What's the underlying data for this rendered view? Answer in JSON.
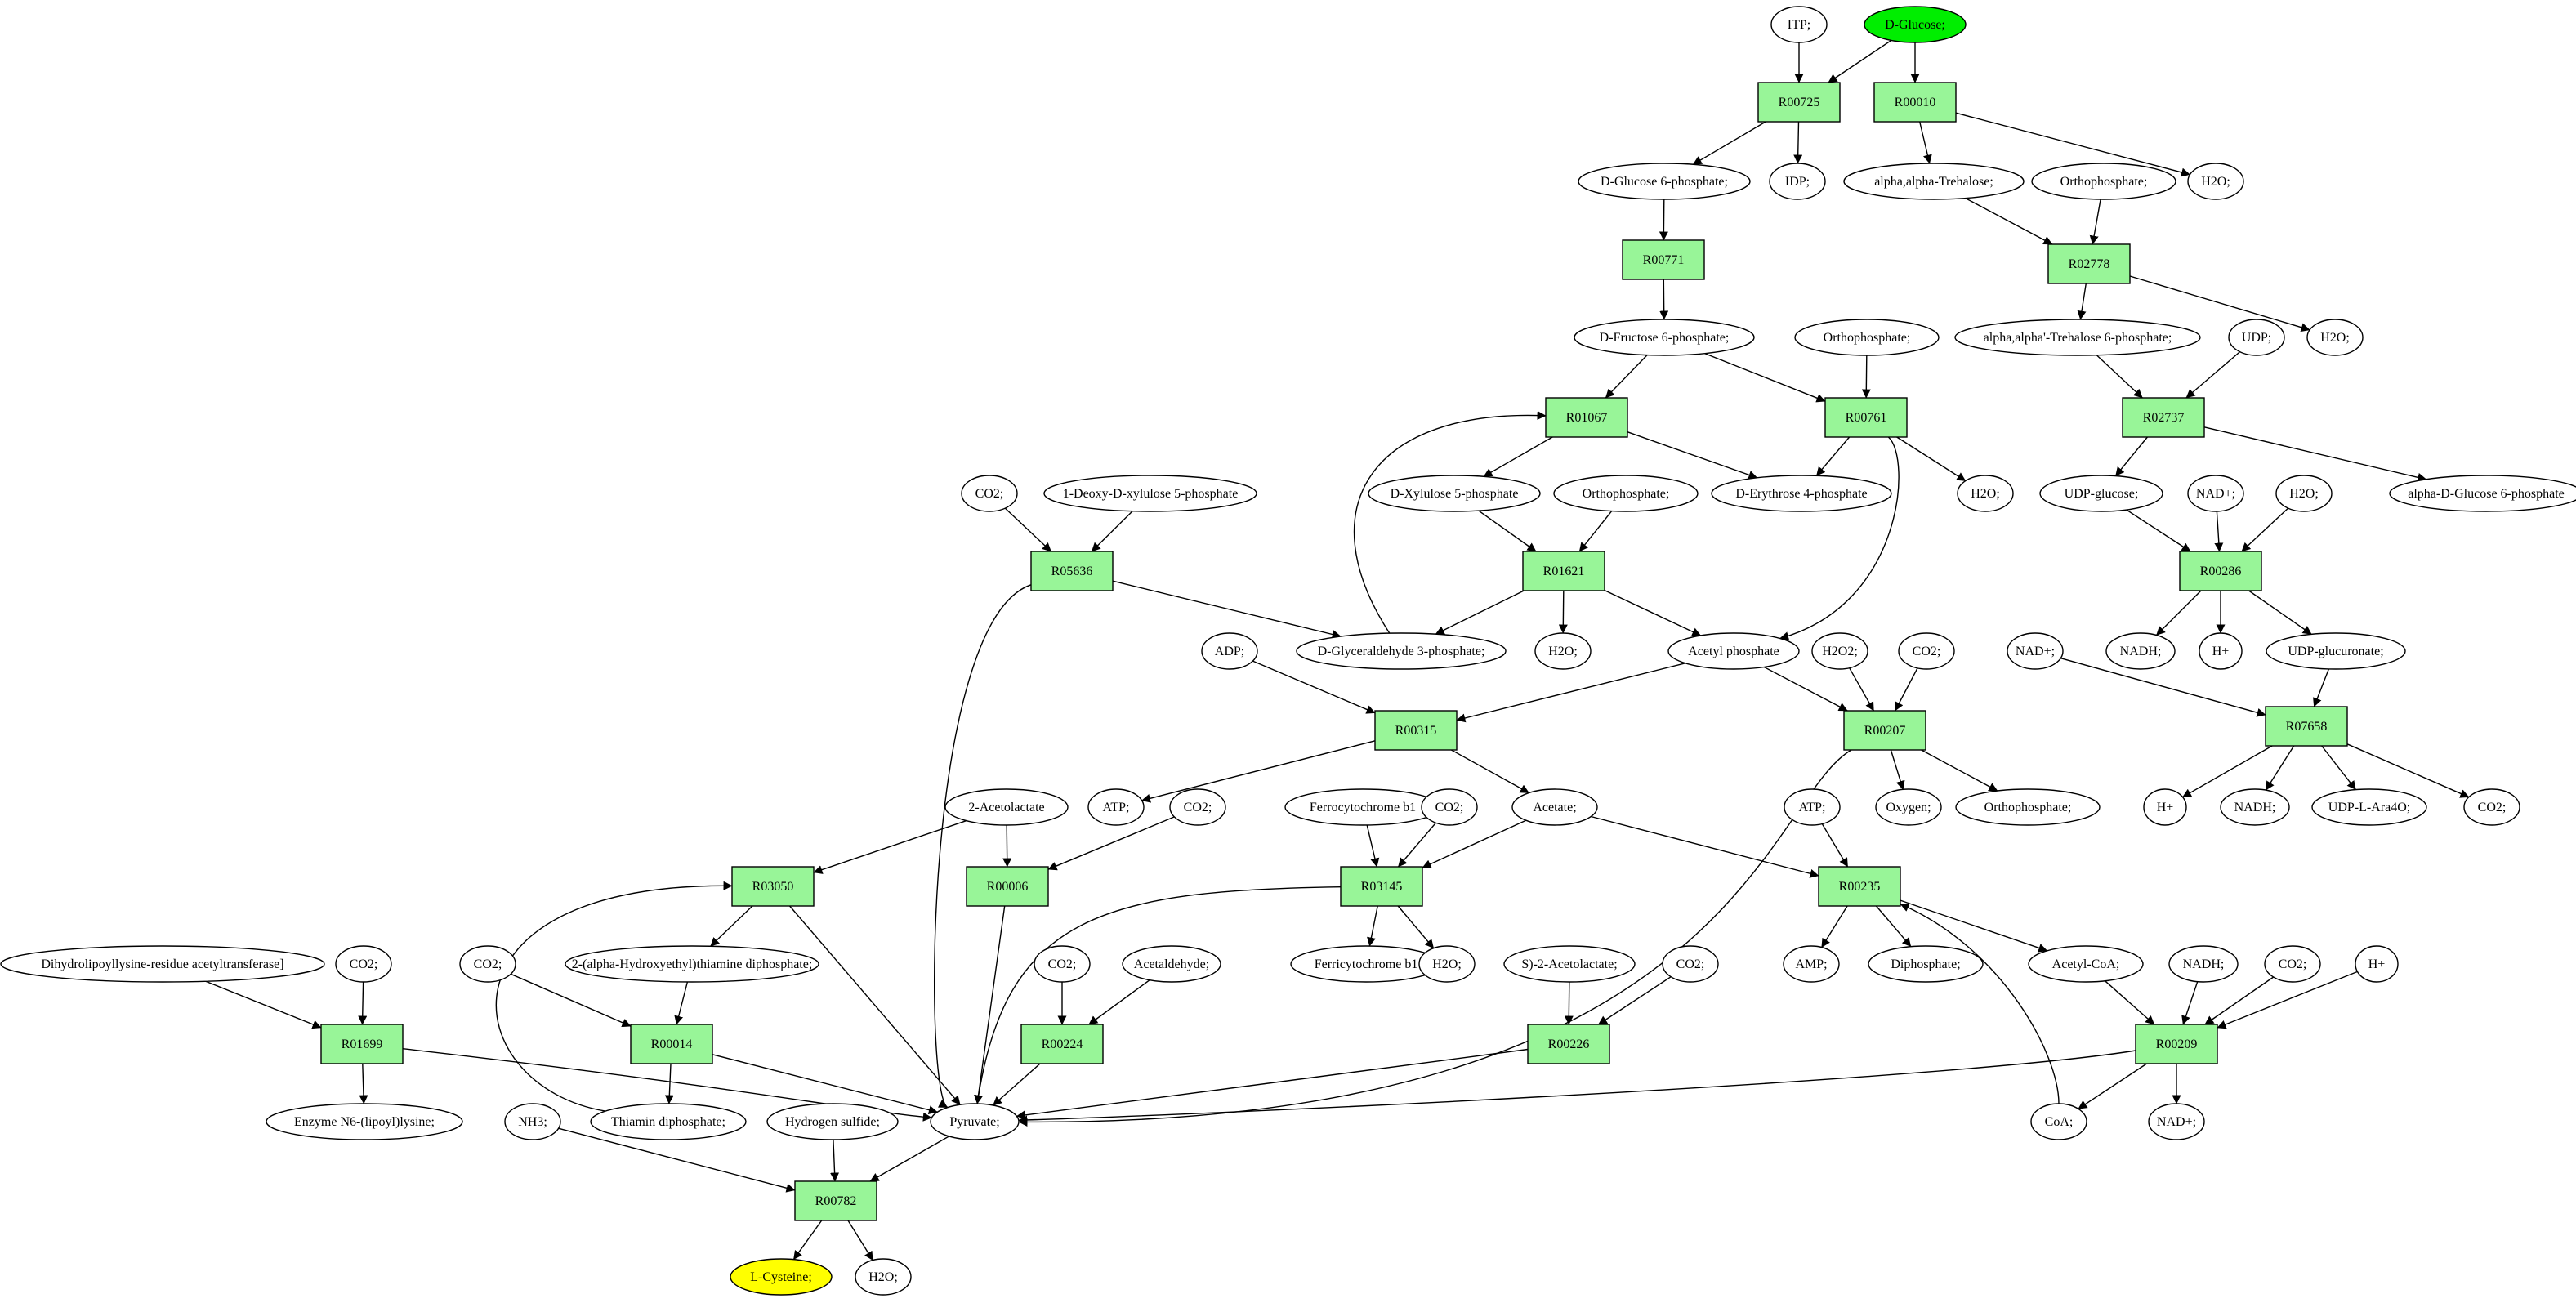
{
  "nodes": [
    {
      "id": "ITP",
      "label": "ITP;"
    },
    {
      "id": "DGLC",
      "label": "D-Glucose;",
      "color": "#00ee00"
    },
    {
      "id": "R00725",
      "label": "R00725",
      "kind": "reaction"
    },
    {
      "id": "R00010",
      "label": "R00010",
      "kind": "reaction"
    },
    {
      "id": "DG6P",
      "label": "D-Glucose 6-phosphate;"
    },
    {
      "id": "IDP",
      "label": "IDP;"
    },
    {
      "id": "AAT",
      "label": "alpha,alpha-Trehalose;"
    },
    {
      "id": "PI1",
      "label": "Orthophosphate;"
    },
    {
      "id": "H2O_1",
      "label": "H2O;"
    },
    {
      "id": "R00771",
      "label": "R00771",
      "kind": "reaction"
    },
    {
      "id": "R02778",
      "label": "R02778",
      "kind": "reaction"
    },
    {
      "id": "DF6P",
      "label": "D-Fructose 6-phosphate;"
    },
    {
      "id": "PI2",
      "label": "Orthophosphate;"
    },
    {
      "id": "AAT6P",
      "label": "alpha,alpha'-Trehalose 6-phosphate;"
    },
    {
      "id": "UDP",
      "label": "UDP;"
    },
    {
      "id": "H2O_2",
      "label": "H2O;"
    },
    {
      "id": "R01067",
      "label": "R01067",
      "kind": "reaction"
    },
    {
      "id": "R00761",
      "label": "R00761",
      "kind": "reaction"
    },
    {
      "id": "R02737",
      "label": "R02737",
      "kind": "reaction"
    },
    {
      "id": "CO2_1",
      "label": "CO2;"
    },
    {
      "id": "DXP",
      "label": "1-Deoxy-D-xylulose 5-phosphate"
    },
    {
      "id": "X5P",
      "label": "D-Xylulose 5-phosphate"
    },
    {
      "id": "PI3",
      "label": "Orthophosphate;"
    },
    {
      "id": "E4P",
      "label": "D-Erythrose 4-phosphate"
    },
    {
      "id": "H2O_3",
      "label": "H2O;"
    },
    {
      "id": "UDPG",
      "label": "UDP-glucose;"
    },
    {
      "id": "NAD_1",
      "label": "NAD+;"
    },
    {
      "id": "H2O_4",
      "label": "H2O;"
    },
    {
      "id": "ADG6P",
      "label": "alpha-D-Glucose 6-phosphate"
    },
    {
      "id": "R05636",
      "label": "R05636",
      "kind": "reaction"
    },
    {
      "id": "R01621",
      "label": "R01621",
      "kind": "reaction"
    },
    {
      "id": "R00286",
      "label": "R00286",
      "kind": "reaction"
    },
    {
      "id": "ADP",
      "label": "ADP;"
    },
    {
      "id": "G3P",
      "label": "D-Glyceraldehyde 3-phosphate;"
    },
    {
      "id": "H2O_5",
      "label": "H2O;"
    },
    {
      "id": "ACP",
      "label": "Acetyl phosphate"
    },
    {
      "id": "H2O2",
      "label": "H2O2;"
    },
    {
      "id": "CO2_2",
      "label": "CO2;"
    },
    {
      "id": "NADH_1",
      "label": "NADH;"
    },
    {
      "id": "HP_1",
      "label": "H+"
    },
    {
      "id": "UDPGA",
      "label": "UDP-glucuronate;"
    },
    {
      "id": "NAD_2",
      "label": "NAD+;"
    },
    {
      "id": "R00315",
      "label": "R00315",
      "kind": "reaction"
    },
    {
      "id": "R00207",
      "label": "R00207",
      "kind": "reaction"
    },
    {
      "id": "R07658",
      "label": "R07658",
      "kind": "reaction"
    },
    {
      "id": "ACL",
      "label": "2-Acetolactate"
    },
    {
      "id": "ATP_1",
      "label": "ATP;"
    },
    {
      "id": "CO2_3",
      "label": "CO2;"
    },
    {
      "id": "FCB1",
      "label": "Ferrocytochrome b1"
    },
    {
      "id": "CO2_4",
      "label": "CO2;"
    },
    {
      "id": "ACE",
      "label": "Acetate;"
    },
    {
      "id": "ATP_2",
      "label": "ATP;"
    },
    {
      "id": "OXY",
      "label": "Oxygen;"
    },
    {
      "id": "PI4",
      "label": "Orthophosphate;"
    },
    {
      "id": "HP_2",
      "label": "H+"
    },
    {
      "id": "NADH_2",
      "label": "NADH;"
    },
    {
      "id": "UDPARA",
      "label": "UDP-L-Ara4O;"
    },
    {
      "id": "CO2_5",
      "label": "CO2;"
    },
    {
      "id": "R03050",
      "label": "R03050",
      "kind": "reaction"
    },
    {
      "id": "R00006",
      "label": "R00006",
      "kind": "reaction"
    },
    {
      "id": "R03145",
      "label": "R03145",
      "kind": "reaction"
    },
    {
      "id": "R00235",
      "label": "R00235",
      "kind": "reaction"
    },
    {
      "id": "DHLT",
      "label": "Dihydrolipoyllysine-residue acetyltransferase]"
    },
    {
      "id": "CO2_6",
      "label": "CO2;"
    },
    {
      "id": "CO2_7",
      "label": "CO2;"
    },
    {
      "id": "HETPP",
      "label": "2-(alpha-Hydroxyethyl)thiamine diphosphate;"
    },
    {
      "id": "CO2_8",
      "label": "CO2;"
    },
    {
      "id": "ACD",
      "label": "Acetaldehyde;"
    },
    {
      "id": "FRCB1",
      "label": "Ferricytochrome b1"
    },
    {
      "id": "H2O_6",
      "label": "H2O;"
    },
    {
      "id": "SACL",
      "label": "S)-2-Acetolactate;"
    },
    {
      "id": "CO2_9",
      "label": "CO2;"
    },
    {
      "id": "AMP",
      "label": "AMP;"
    },
    {
      "id": "PPI",
      "label": "Diphosphate;"
    },
    {
      "id": "ACOA",
      "label": "Acetyl-CoA;"
    },
    {
      "id": "NADH_3",
      "label": "NADH;"
    },
    {
      "id": "CO2_10",
      "label": "CO2;"
    },
    {
      "id": "HP_3",
      "label": "H+"
    },
    {
      "id": "R01699",
      "label": "R01699",
      "kind": "reaction"
    },
    {
      "id": "R00014",
      "label": "R00014",
      "kind": "reaction"
    },
    {
      "id": "R00224",
      "label": "R00224",
      "kind": "reaction"
    },
    {
      "id": "R00226",
      "label": "R00226",
      "kind": "reaction"
    },
    {
      "id": "R00209",
      "label": "R00209",
      "kind": "reaction"
    },
    {
      "id": "ENLL",
      "label": "Enzyme N6-(lipoyl)lysine;"
    },
    {
      "id": "NH3",
      "label": "NH3;"
    },
    {
      "id": "TPP",
      "label": "Thiamin diphosphate;"
    },
    {
      "id": "HS",
      "label": "Hydrogen sulfide;"
    },
    {
      "id": "PYR",
      "label": "Pyruvate;"
    },
    {
      "id": "COA",
      "label": "CoA;"
    },
    {
      "id": "NAD_3",
      "label": "NAD+;"
    },
    {
      "id": "R00782",
      "label": "R00782",
      "kind": "reaction"
    },
    {
      "id": "LCYS",
      "label": "L-Cysteine;",
      "color": "#ffff00"
    },
    {
      "id": "H2O_7",
      "label": "H2O;"
    }
  ],
  "edges": [
    [
      "ITP",
      "R00725"
    ],
    [
      "DGLC",
      "R00725"
    ],
    [
      "DGLC",
      "R00010"
    ],
    [
      "R00725",
      "DG6P"
    ],
    [
      "R00725",
      "IDP"
    ],
    [
      "R00010",
      "AAT"
    ],
    [
      "R00010",
      "H2O_1"
    ],
    [
      "DG6P",
      "R00771"
    ],
    [
      "R00771",
      "DF6P"
    ],
    [
      "AAT",
      "R02778"
    ],
    [
      "PI1",
      "R02778"
    ],
    [
      "R02778",
      "AAT6P"
    ],
    [
      "R02778",
      "H2O_2"
    ],
    [
      "DF6P",
      "R01067"
    ],
    [
      "DF6P",
      "R00761"
    ],
    [
      "PI2",
      "R00761"
    ],
    [
      "R01067",
      "X5P"
    ],
    [
      "R01067",
      "E4P"
    ],
    [
      "R00761",
      "E4P"
    ],
    [
      "R00761",
      "H2O_3"
    ],
    [
      "R00761",
      "ACP"
    ],
    [
      "AAT6P",
      "R02737"
    ],
    [
      "UDP",
      "R02737"
    ],
    [
      "R02737",
      "UDPG"
    ],
    [
      "R02737",
      "ADG6P"
    ],
    [
      "CO2_1",
      "R05636"
    ],
    [
      "DXP",
      "R05636"
    ],
    [
      "R05636",
      "G3P"
    ],
    [
      "R05636",
      "PYR"
    ],
    [
      "X5P",
      "R01621"
    ],
    [
      "PI3",
      "R01621"
    ],
    [
      "R01621",
      "G3P"
    ],
    [
      "R01621",
      "H2O_5"
    ],
    [
      "R01621",
      "ACP"
    ],
    [
      "G3P",
      "R01067"
    ],
    [
      "UDPG",
      "R00286"
    ],
    [
      "NAD_1",
      "R00286"
    ],
    [
      "H2O_4",
      "R00286"
    ],
    [
      "R00286",
      "NADH_1"
    ],
    [
      "R00286",
      "HP_1"
    ],
    [
      "R00286",
      "UDPGA"
    ],
    [
      "ADP",
      "R00315"
    ],
    [
      "ACP",
      "R00315"
    ],
    [
      "ACP",
      "R00207"
    ],
    [
      "R00315",
      "ATP_1"
    ],
    [
      "R00315",
      "ACE"
    ],
    [
      "H2O2",
      "R00207"
    ],
    [
      "CO2_2",
      "R00207"
    ],
    [
      "R00207",
      "OXY"
    ],
    [
      "R00207",
      "PI4"
    ],
    [
      "R00207",
      "PYR"
    ],
    [
      "UDPGA",
      "R07658"
    ],
    [
      "NAD_2",
      "R07658"
    ],
    [
      "R07658",
      "HP_2"
    ],
    [
      "R07658",
      "NADH_2"
    ],
    [
      "R07658",
      "UDPARA"
    ],
    [
      "R07658",
      "CO2_5"
    ],
    [
      "ACL",
      "R03050"
    ],
    [
      "ACL",
      "R00006"
    ],
    [
      "CO2_3",
      "R00006"
    ],
    [
      "R03050",
      "HETPP"
    ],
    [
      "R03050",
      "PYR"
    ],
    [
      "R00006",
      "PYR"
    ],
    [
      "FCB1",
      "R03145"
    ],
    [
      "CO2_4",
      "R03145"
    ],
    [
      "ACE",
      "R03145"
    ],
    [
      "R03145",
      "FRCB1"
    ],
    [
      "R03145",
      "H2O_6"
    ],
    [
      "R03145",
      "PYR"
    ],
    [
      "ACE",
      "R00235"
    ],
    [
      "ATP_2",
      "R00235"
    ],
    [
      "R00235",
      "AMP"
    ],
    [
      "R00235",
      "PPI"
    ],
    [
      "R00235",
      "ACOA"
    ],
    [
      "DHLT",
      "R01699"
    ],
    [
      "CO2_6",
      "R01699"
    ],
    [
      "R01699",
      "ENLL"
    ],
    [
      "R01699",
      "PYR"
    ],
    [
      "CO2_7",
      "R00014"
    ],
    [
      "HETPP",
      "R00014"
    ],
    [
      "R00014",
      "TPP"
    ],
    [
      "R00014",
      "PYR"
    ],
    [
      "TPP",
      "R03050"
    ],
    [
      "CO2_8",
      "R00224"
    ],
    [
      "ACD",
      "R00224"
    ],
    [
      "R00224",
      "PYR"
    ],
    [
      "SACL",
      "R00226"
    ],
    [
      "CO2_9",
      "R00226"
    ],
    [
      "R00226",
      "PYR"
    ],
    [
      "ACOA",
      "R00209"
    ],
    [
      "NADH_3",
      "R00209"
    ],
    [
      "CO2_10",
      "R00209"
    ],
    [
      "HP_3",
      "R00209"
    ],
    [
      "R00209",
      "COA"
    ],
    [
      "R00209",
      "NAD_3"
    ],
    [
      "R00209",
      "PYR"
    ],
    [
      "COA",
      "R00235"
    ],
    [
      "NH3",
      "R00782"
    ],
    [
      "HS",
      "R00782"
    ],
    [
      "PYR",
      "R00782"
    ],
    [
      "R00782",
      "LCYS"
    ],
    [
      "R00782",
      "H2O_7"
    ]
  ]
}
